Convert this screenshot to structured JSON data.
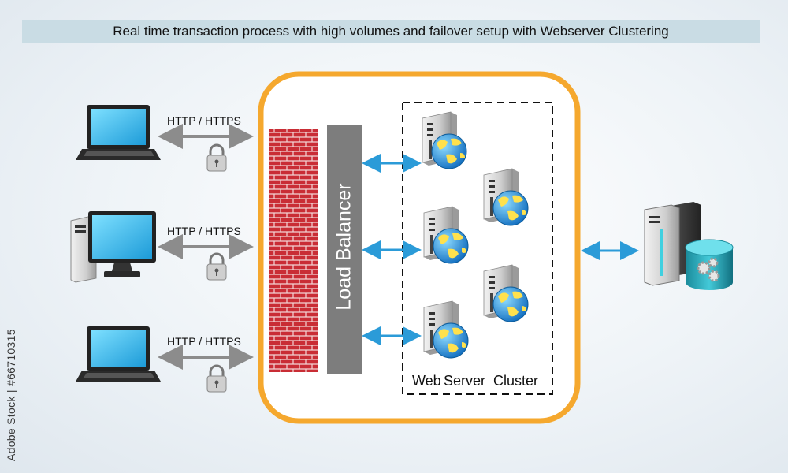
{
  "title": "Real time transaction process with high volumes and failover setup with Webserver Clustering",
  "protocols": [
    "HTTP / HTTPS",
    "HTTP / HTTPS",
    "HTTP / HTTPS"
  ],
  "load_balancer": "Load Balancer",
  "cluster_words": [
    "Web",
    "Server",
    "Cluster"
  ],
  "watermark": "Adobe Stock | #66710315",
  "colors": {
    "container_border": "#f5a82e",
    "firewall": "#c92d35",
    "load_balancer": "#7d7d7d",
    "arrow_blue": "#2b9bd8",
    "arrow_gray": "#8c8c8c"
  }
}
